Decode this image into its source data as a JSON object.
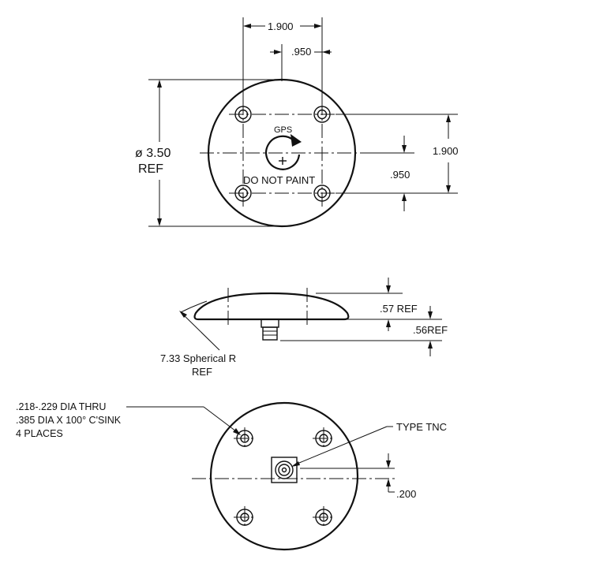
{
  "top_view": {
    "dim_width_outer": "1.900",
    "dim_width_half": ".950",
    "dim_height_outer": "1.900",
    "dim_height_half": ".950",
    "diameter_line1": "ø 3.50",
    "diameter_line2": "REF",
    "label_gps": "GPS",
    "label_do_not_paint": "DO NOT PAINT"
  },
  "side_view": {
    "dim_height_top": ".57 REF",
    "dim_height_bottom": ".56REF",
    "radius_line1": "7.33 Spherical R",
    "radius_line2": "REF"
  },
  "bottom_view": {
    "hole_note_line1": ".218-.229 DIA THRU",
    "hole_note_line2": ".385 DIA X 100° C'SINK",
    "hole_note_line3": "4 PLACES",
    "connector_label": "TYPE TNC",
    "dim_offset": ".200"
  }
}
